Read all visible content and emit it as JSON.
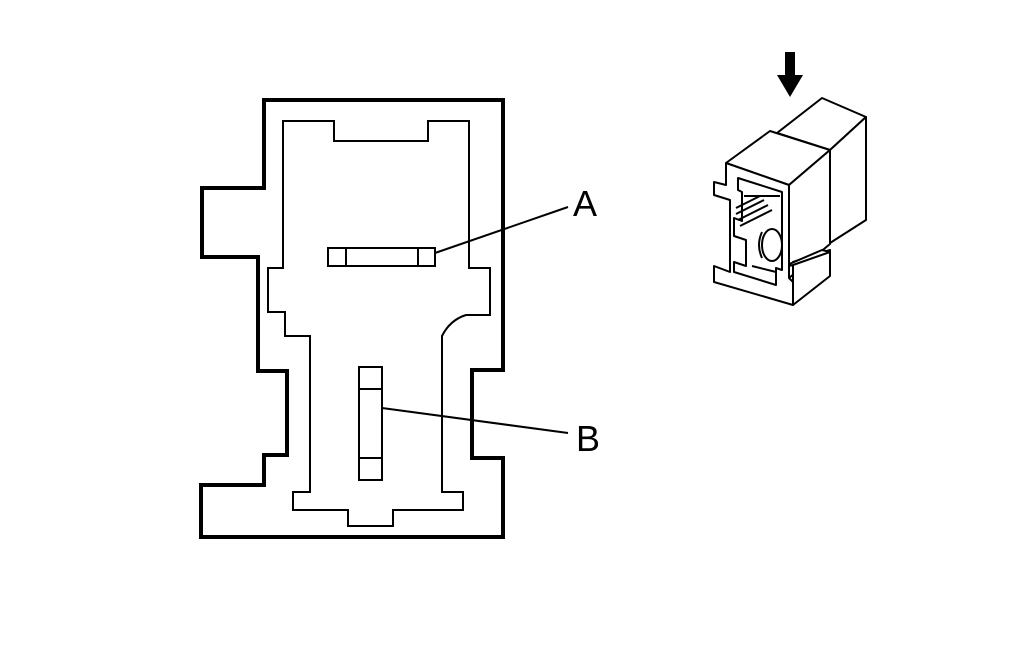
{
  "callouts": [
    {
      "id": "A",
      "label": "A"
    },
    {
      "id": "B",
      "label": "B"
    }
  ],
  "colors": {
    "line": "#000000",
    "background": "#ffffff"
  },
  "icons": {
    "insertion_direction": "down-arrow-icon"
  }
}
